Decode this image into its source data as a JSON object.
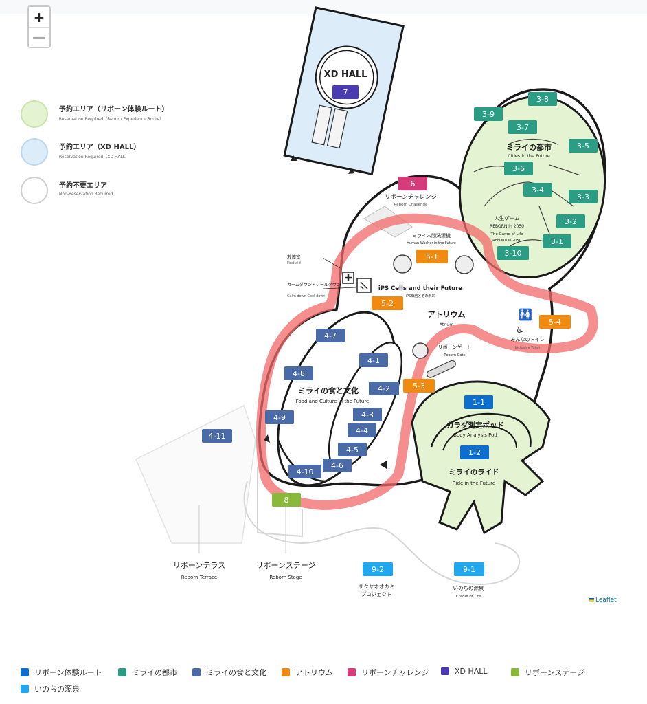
{
  "zoom": {
    "in_label": "+",
    "out_label": "—"
  },
  "area_legend": [
    {
      "ja": "予約エリア（リボーン体験ルート）",
      "en": "Reservation Required（Reborn Experience Route）",
      "color": "#e4f3d2",
      "border": "#c9e4a8"
    },
    {
      "ja": "予約エリア（XD HALL）",
      "en": "Reservation Required（XD HALL）",
      "color": "#dcecf8",
      "border": "#b9d6ee"
    },
    {
      "ja": "予約不要エリア",
      "en": "Non-Reservation Required",
      "color": "#ffffff",
      "border": "#cfcfcf"
    }
  ],
  "zones": {
    "xd_hall": "XD HALL",
    "reborn_challenge": {
      "ja": "リボーンチャレンジ",
      "en": "Reborn Challenge"
    },
    "future_cities": {
      "ja": "ミライの都市",
      "en": "Cities in the Future"
    },
    "game_of_life": {
      "ja": "人生ゲーム",
      "l2": "REBORN in 2050",
      "l3": "The Game of Life",
      "l4": "REBORN in 2050"
    },
    "human_washer": {
      "ja": "ミライ人間洗濯機",
      "en": "Human Washer in the Future"
    },
    "first_aid": {
      "ja": "救護室",
      "en": "First aid"
    },
    "cool_down": {
      "ja": "カームダウン・クールダウン",
      "en": "Calm down Cool down"
    },
    "ips_cells": {
      "en": "iPS Cells and their Future",
      "ja": "iPS細胞とその未来"
    },
    "atrium": {
      "ja": "アトリウム",
      "en": "Atrium"
    },
    "toilet": {
      "ja": "みんなのトイレ",
      "en": "Inclusive Toilet"
    },
    "reborn_gate": {
      "ja": "リボーンゲート",
      "en": "Reborn Gate"
    },
    "food_culture": {
      "ja": "ミライの食と文化",
      "en": "Food and Culture in the Future"
    },
    "body_analysis": {
      "ja": "カラダ測定ポッド",
      "en": "Body Analysis Pod"
    },
    "ride": {
      "ja": "ミライのライド",
      "en": "Ride in the Future"
    },
    "terrace": {
      "ja": "リボーンテラス",
      "en": "Reborn Terrace"
    },
    "stage": {
      "ja": "リボーンステージ",
      "en": "Reborn Stage"
    },
    "wolf_project": {
      "ja1": "サクヤオオカミ",
      "ja2": "プロジェクト"
    },
    "cradle": {
      "ja": "いのちの源泉",
      "en": "Cradle of Life"
    }
  },
  "markers": [
    {
      "id": "7",
      "color": "#4b3bb0"
    },
    {
      "id": "6",
      "color": "#d63b7a"
    },
    {
      "id": "3-8",
      "color": "#2a9d84"
    },
    {
      "id": "3-9",
      "color": "#2a9d84"
    },
    {
      "id": "3-7",
      "color": "#2a9d84"
    },
    {
      "id": "3-5",
      "color": "#2a9d84"
    },
    {
      "id": "3-6",
      "color": "#2a9d84"
    },
    {
      "id": "3-4",
      "color": "#2a9d84"
    },
    {
      "id": "3-3",
      "color": "#2a9d84"
    },
    {
      "id": "3-2",
      "color": "#2a9d84"
    },
    {
      "id": "3-1",
      "color": "#2a9d84"
    },
    {
      "id": "3-10",
      "color": "#2a9d84"
    },
    {
      "id": "5-1",
      "color": "#f08a10"
    },
    {
      "id": "5-2",
      "color": "#f08a10"
    },
    {
      "id": "5-3",
      "color": "#f08a10"
    },
    {
      "id": "5-4",
      "color": "#f08a10"
    },
    {
      "id": "4-7",
      "color": "#4a6aa8"
    },
    {
      "id": "4-1",
      "color": "#4a6aa8"
    },
    {
      "id": "4-8",
      "color": "#4a6aa8"
    },
    {
      "id": "4-2",
      "color": "#4a6aa8"
    },
    {
      "id": "4-9",
      "color": "#4a6aa8"
    },
    {
      "id": "4-3",
      "color": "#4a6aa8"
    },
    {
      "id": "4-4",
      "color": "#4a6aa8"
    },
    {
      "id": "4-11",
      "color": "#4a6aa8"
    },
    {
      "id": "4-5",
      "color": "#4a6aa8"
    },
    {
      "id": "4-6",
      "color": "#4a6aa8"
    },
    {
      "id": "4-10",
      "color": "#4a6aa8"
    },
    {
      "id": "1-1",
      "color": "#0c6fd0"
    },
    {
      "id": "1-2",
      "color": "#0c6fd0"
    },
    {
      "id": "8",
      "color": "#8ab83a"
    },
    {
      "id": "9-2",
      "color": "#21a7ee"
    },
    {
      "id": "9-1",
      "color": "#21a7ee"
    }
  ],
  "attribution": "Leaflet",
  "category_legend": [
    {
      "label": "リボーン体験ルート",
      "color": "#0c6fd0"
    },
    {
      "label": "ミライの都市",
      "color": "#2a9d84"
    },
    {
      "label": "ミライの食と文化",
      "color": "#4a6aa8"
    },
    {
      "label": "アトリウム",
      "color": "#f08a10"
    },
    {
      "label": "リボーンチャレンジ",
      "color": "#d63b7a"
    },
    {
      "label": "XD HALL",
      "color": "#4b3bb0"
    },
    {
      "label": "リボーンステージ",
      "color": "#8ab83a"
    },
    {
      "label": "いのちの源泉",
      "color": "#21a7ee"
    }
  ]
}
